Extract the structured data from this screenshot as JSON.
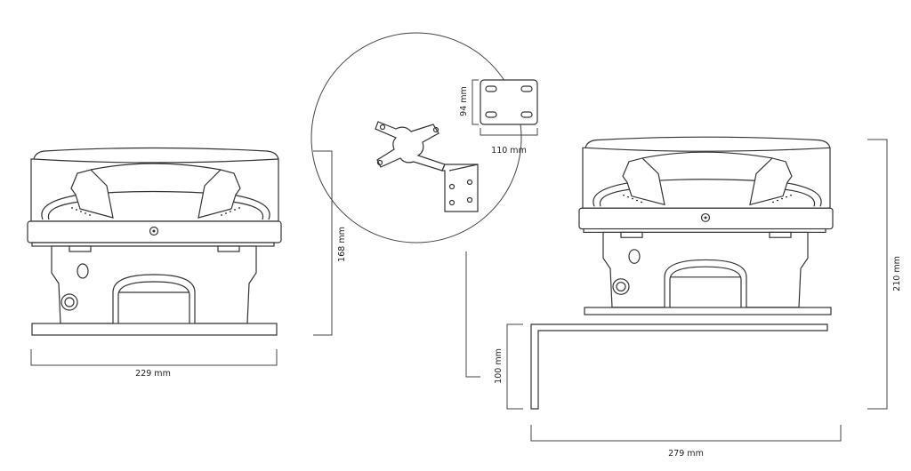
{
  "left_view": {
    "height_label": "168 mm",
    "width_label": "229 mm"
  },
  "detail": {
    "plate_height_label": "94 mm",
    "plate_width_label": "110 mm"
  },
  "right_view": {
    "height_label": "210 mm",
    "bracket_height_label": "100 mm",
    "width_label": "279 mm"
  }
}
